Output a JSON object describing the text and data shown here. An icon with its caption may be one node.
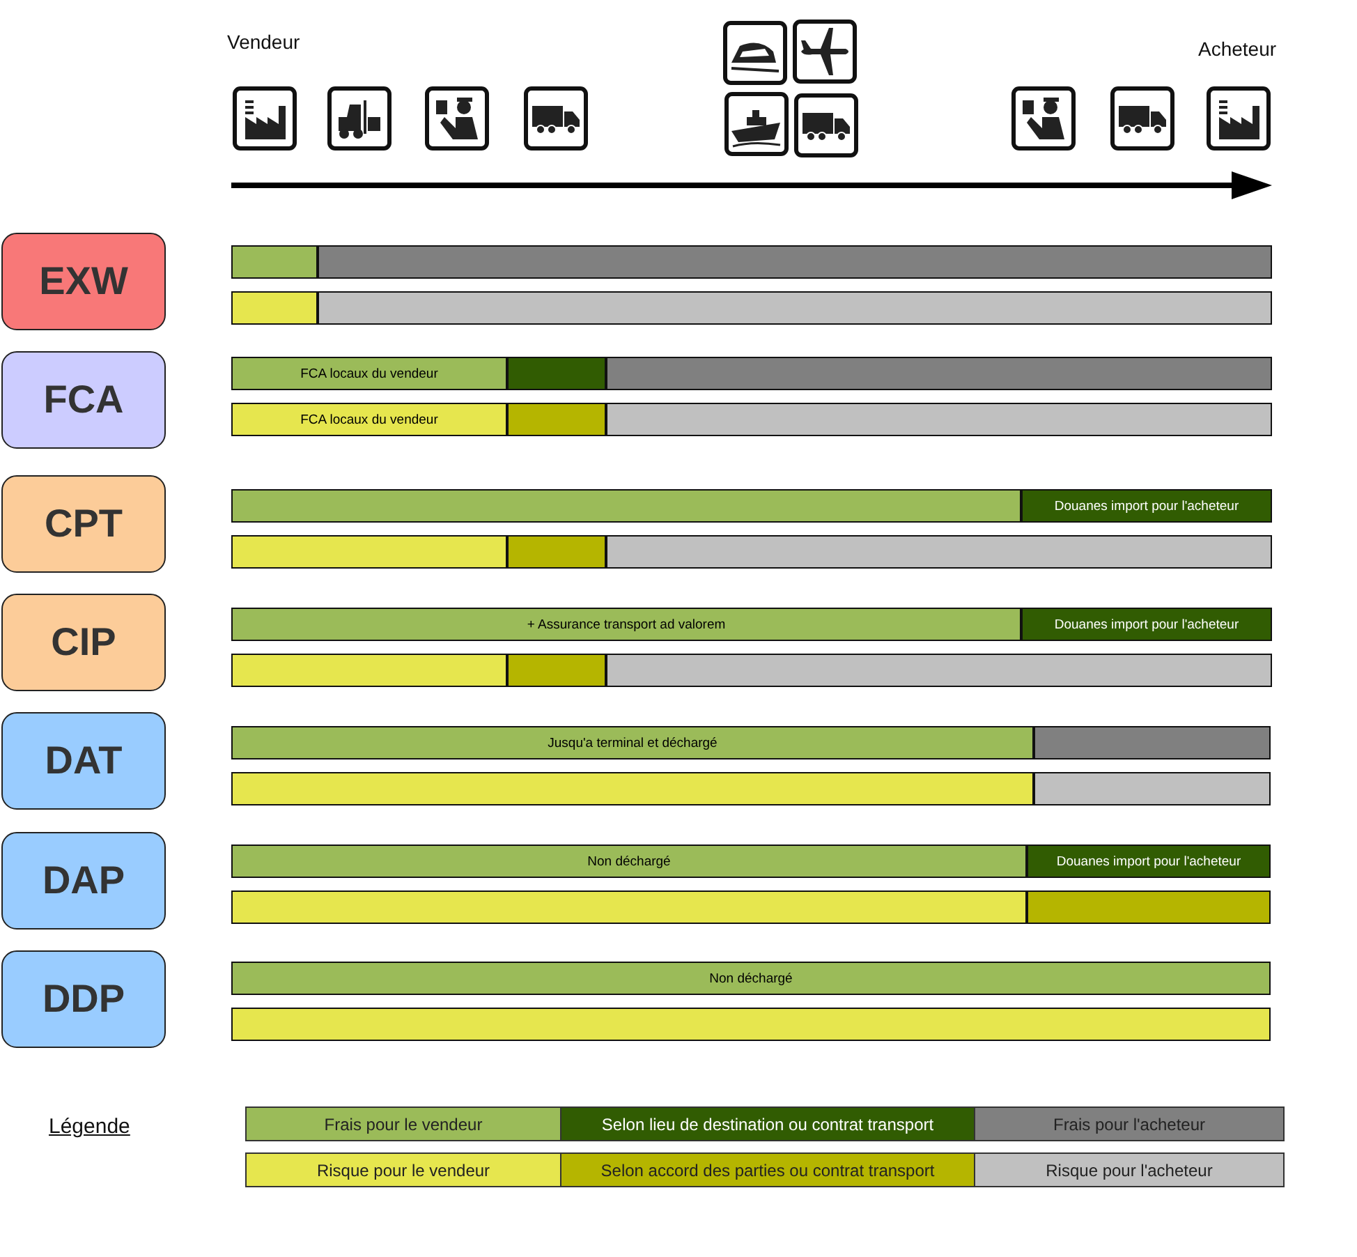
{
  "diagram": {
    "nodes": [
      {
        "text": [
          "EXW"
        ]
      },
      {
        "text": [],
        "shape": "bar"
      },
      {
        "text": [],
        "shape": "bar"
      },
      {
        "text": [],
        "shape": "bar"
      },
      {
        "text": [],
        "shape": "bar"
      },
      {
        "text": [
          "FCA"
        ]
      },
      {
        "text": [
          "FCA locaux du vendeur"
        ]
      },
      {
        "text": [],
        "shape": "bar"
      },
      {
        "text": [],
        "shape": "bar"
      },
      {
        "text": [
          "FCA locaux du vendeur"
        ]
      },
      {
        "text": [],
        "shape": "bar"
      },
      {
        "text": [],
        "shape": "bar"
      },
      {
        "text": [
          "CPT"
        ]
      },
      {
        "text": [],
        "shape": "bar"
      },
      {
        "text": [
          "Douanes import pour l'acheteur"
        ]
      },
      {
        "text": [],
        "shape": "bar"
      },
      {
        "text": [],
        "shape": "bar"
      },
      {
        "text": [],
        "shape": "bar"
      },
      {
        "text": [
          "CIP"
        ]
      },
      {
        "text": [
          "+ Assurance transport ad valorem"
        ]
      },
      {
        "text": [
          "Douanes import pour l'acheteur"
        ]
      },
      {
        "text": [],
        "shape": "bar"
      },
      {
        "text": [],
        "shape": "bar"
      },
      {
        "text": [],
        "shape": "bar"
      },
      {
        "text": [
          "DAT"
        ]
      },
      {
        "text": [
          "Jusqu'a terminal et déchargé"
        ]
      },
      {
        "text": [],
        "shape": "bar"
      },
      {
        "text": [],
        "shape": "bar"
      },
      {
        "text": [],
        "shape": "bar"
      },
      {
        "text": [
          "DAP"
        ]
      },
      {
        "text": [
          "Non déchargé"
        ]
      },
      {
        "text": [
          "Douanes import pour l'acheteur"
        ]
      },
      {
        "text": [],
        "shape": "bar"
      },
      {
        "text": [],
        "shape": "bar"
      },
      {
        "text": [
          "DDP"
        ]
      },
      {
        "text": [
          "Non déchargé"
        ]
      },
      {
        "text": [],
        "shape": "bar"
      }
    ],
    "labels": [
      "Vendeur",
      "Acheteur",
      "Légende"
    ],
    "legend": [
      {
        "text": "Frais pour le vendeur",
        "color": "#9bbb59"
      },
      {
        "text": "Selon lieu de destination ou contrat transport",
        "color": "#315c02"
      },
      {
        "text": "Frais pour l'acheteur",
        "color": "#808080"
      },
      {
        "text": "Risque pour le vendeur",
        "color": "#e6e64e"
      },
      {
        "text": "Selon accord des parties ou contrat transport",
        "color": "#b5b500"
      },
      {
        "text": "Risque pour l'acheteur",
        "color": "#c0c0c0"
      }
    ]
  }
}
